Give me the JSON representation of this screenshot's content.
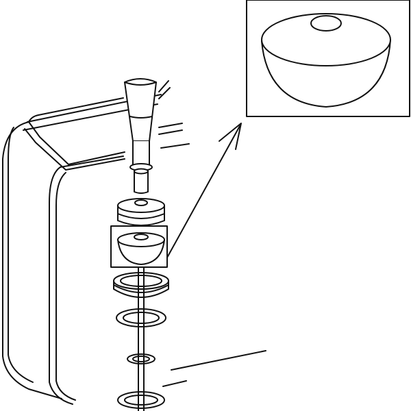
{
  "diagram": {
    "kind": "exploded-parts-illustration",
    "line_color": "#111111",
    "background": "#ffffff",
    "callout": {
      "part": "cup",
      "arrow": "points-from-highlight-box-to-magnified-view"
    },
    "parts": [
      {
        "name": "tank"
      },
      {
        "name": "tank-handle"
      },
      {
        "name": "lever-knob"
      },
      {
        "name": "stem-tube"
      },
      {
        "name": "cap"
      },
      {
        "name": "cup"
      },
      {
        "name": "gasket-ring-large"
      },
      {
        "name": "o-ring-medium"
      },
      {
        "name": "o-ring-small"
      },
      {
        "name": "o-ring-bottom"
      },
      {
        "name": "spindle-rod"
      }
    ]
  }
}
